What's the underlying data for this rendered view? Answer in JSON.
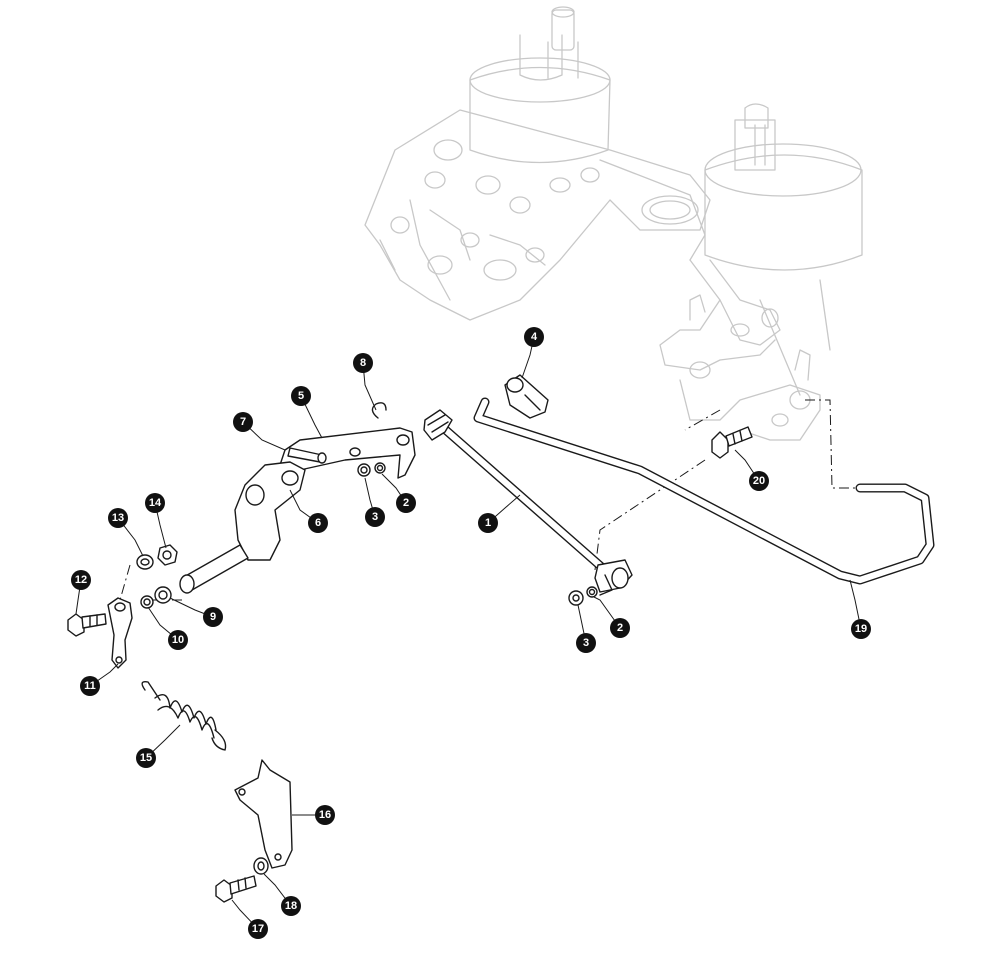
{
  "callouts": [
    {
      "id": "c1",
      "label": "1"
    },
    {
      "id": "c2a",
      "label": "2"
    },
    {
      "id": "c2b",
      "label": "2"
    },
    {
      "id": "c3a",
      "label": "3"
    },
    {
      "id": "c3b",
      "label": "3"
    },
    {
      "id": "c4",
      "label": "4"
    },
    {
      "id": "c5",
      "label": "5"
    },
    {
      "id": "c6",
      "label": "6"
    },
    {
      "id": "c7",
      "label": "7"
    },
    {
      "id": "c8",
      "label": "8"
    },
    {
      "id": "c9",
      "label": "9"
    },
    {
      "id": "c10",
      "label": "10"
    },
    {
      "id": "c11",
      "label": "11"
    },
    {
      "id": "c12",
      "label": "12"
    },
    {
      "id": "c13",
      "label": "13"
    },
    {
      "id": "c14",
      "label": "14"
    },
    {
      "id": "c15",
      "label": "15"
    },
    {
      "id": "c16",
      "label": "16"
    },
    {
      "id": "c17",
      "label": "17"
    },
    {
      "id": "c18",
      "label": "18"
    },
    {
      "id": "c19",
      "label": "19"
    },
    {
      "id": "c20",
      "label": "20"
    }
  ],
  "colors": {
    "parts": "#1a1a1a",
    "background_assembly": "#c8c8c8",
    "callout_fill": "#111111",
    "callout_text": "#ffffff"
  }
}
